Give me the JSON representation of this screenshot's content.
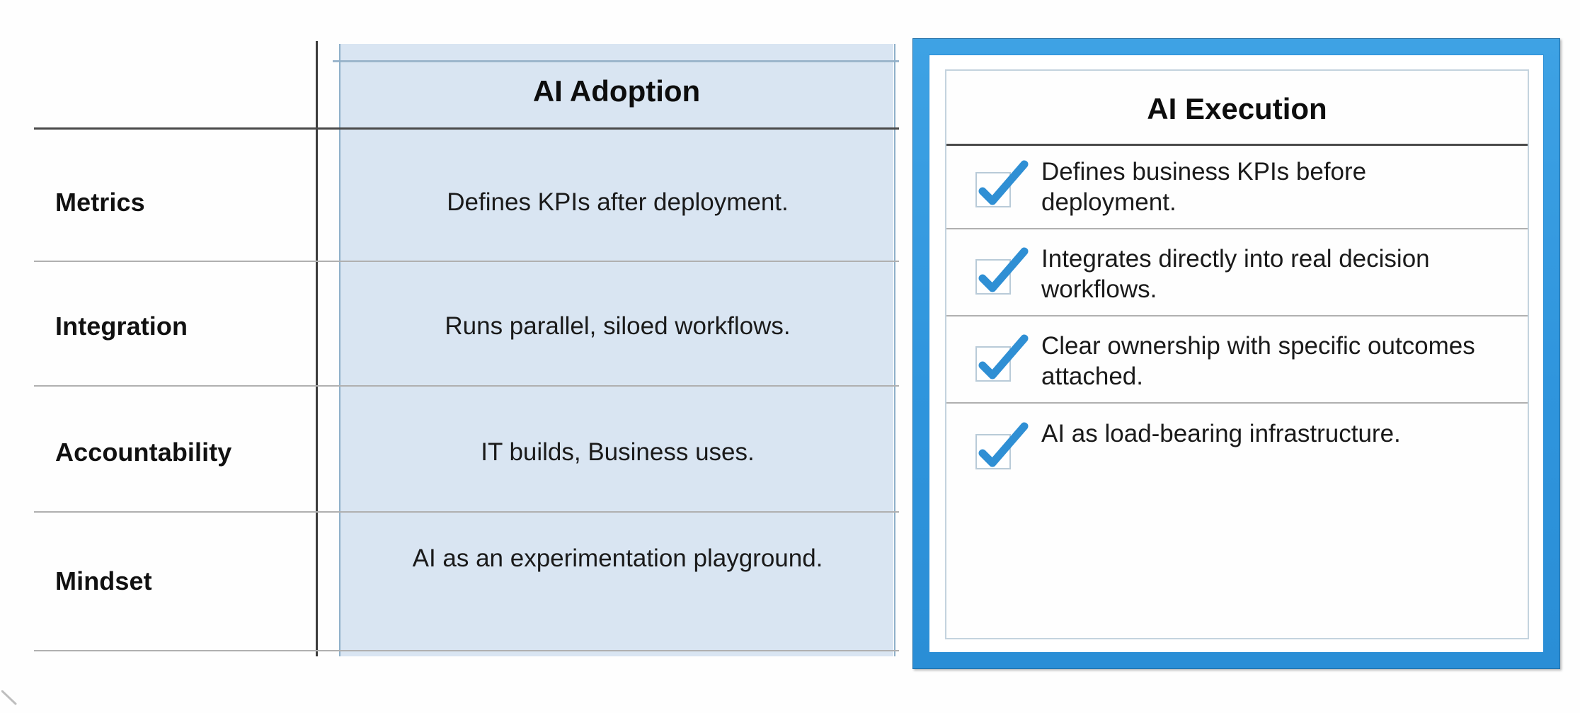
{
  "table": {
    "row_label_header": "",
    "columns": [
      {
        "id": "adoption",
        "label": "AI Adoption",
        "highlighted": false
      },
      {
        "id": "execution",
        "label": "AI Execution",
        "highlighted": true
      }
    ],
    "rows": [
      {
        "label": "Metrics",
        "adoption": "Defines KPIs after deployment.",
        "execution": "Defines business KPIs before deployment."
      },
      {
        "label": "Integration",
        "adoption": "Runs parallel, siloed workflows.",
        "execution": "Integrates directly into real decision workflows."
      },
      {
        "label": "Accountability",
        "adoption": "IT builds, Business uses.",
        "execution": "Clear ownership with specific outcomes attached."
      },
      {
        "label": "Mindset",
        "adoption": "AI as an experimentation playground.",
        "execution": "AI as load-bearing infrastructure."
      }
    ]
  },
  "icons": {
    "checkbox": "checkbox-checked-icon",
    "corner": "cursor-artifact-icon"
  },
  "colors": {
    "highlight_border": "#2f95dd",
    "adoption_column_fill": "#d9e5f2",
    "check_blue": "#2f8fd4",
    "rule_gray": "#b0b0b0",
    "rule_dark": "#4a4a4a",
    "text": "#1a1a1a",
    "page_background": "#ffffff"
  }
}
